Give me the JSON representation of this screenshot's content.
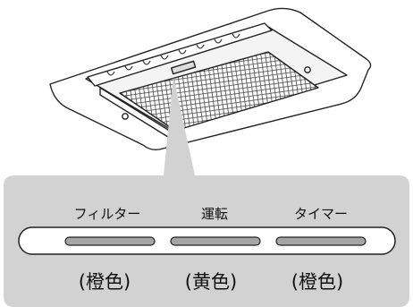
{
  "indicators": [
    {
      "label": "フィルター",
      "color_label": "(橙色)"
    },
    {
      "label": "運転",
      "color_label": "(黄色)"
    },
    {
      "label": "タイマー",
      "color_label": "(橙色)"
    }
  ],
  "colors": {
    "panel_bg": "#d2d2d2",
    "lamp_fill": "#a5a5a5",
    "outline": "#222222",
    "unit_body": "#ffffff",
    "grille": "#555555"
  }
}
